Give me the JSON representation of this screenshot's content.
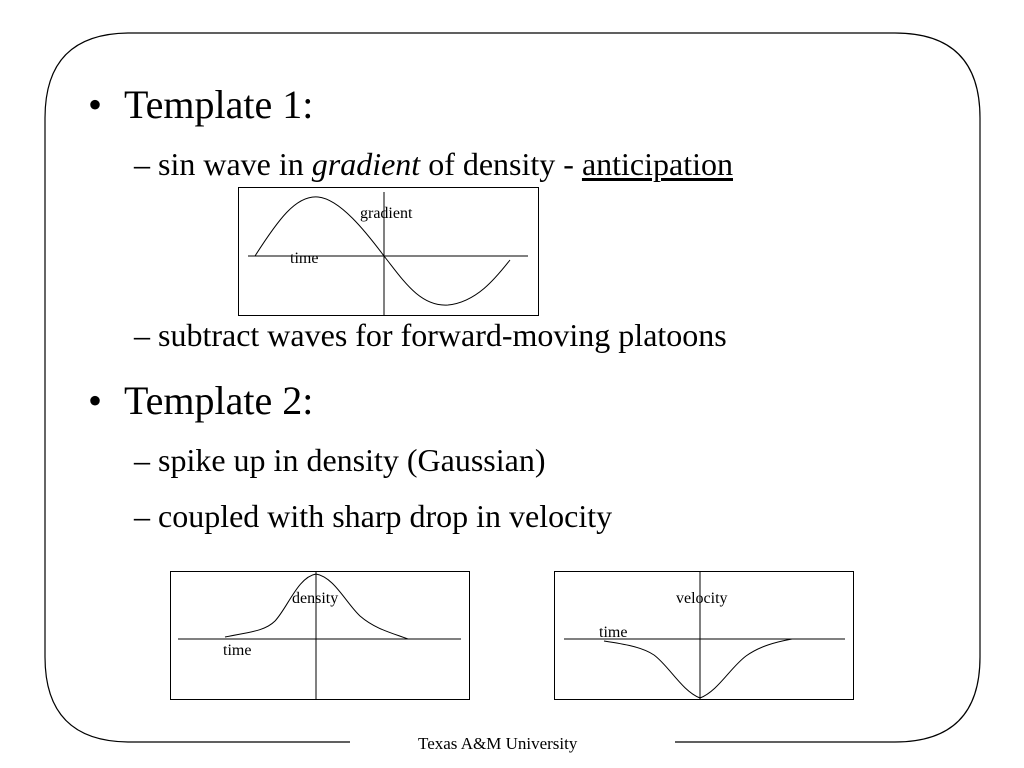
{
  "slide": {
    "bullets": [
      {
        "text": "Template 1:",
        "subs": [
          {
            "dash": "–",
            "before": "sin wave in ",
            "italic": "gradient",
            "middle": " of density - ",
            "underlined": "anticipation"
          },
          {
            "dash": "–",
            "text": "subtract waves for forward-moving platoons"
          }
        ]
      },
      {
        "text": "Template 2:",
        "subs": [
          {
            "dash": "–",
            "text": "spike up in density (Gaussian)"
          },
          {
            "dash": "–",
            "text": "coupled with sharp drop in velocity"
          }
        ]
      }
    ],
    "bullet_marker": "•",
    "footer": "Texas A&M University"
  },
  "diagrams": {
    "gradient": {
      "curve_label": "gradient",
      "axis_label": "time",
      "shape": "one full sine period"
    },
    "density": {
      "curve_label": "density",
      "axis_label": "time",
      "shape": "Gaussian spike upward"
    },
    "velocity": {
      "curve_label": "velocity",
      "axis_label": "time",
      "shape": "sharp drop downward"
    }
  }
}
